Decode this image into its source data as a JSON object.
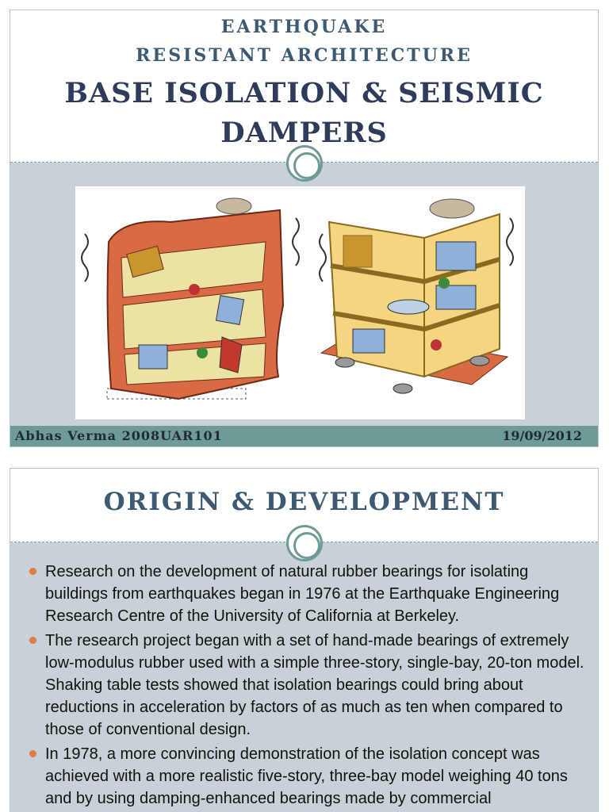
{
  "slide1": {
    "subtitle_line1": "EARTHQUAKE",
    "subtitle_line2": "RESISTANT ARCHITECTURE",
    "title": "BASE ISOLATION & SEISMIC DAMPERS",
    "footer_left": "Abhas Verma   2008UAR101",
    "footer_right": "19/09/2012"
  },
  "slide2": {
    "title": "ORIGIN & DEVELOPMENT",
    "bullets": [
      "Research on the development of natural rubber bearings for isolating buildings from earthquakes began in 1976 at the Earthquake Engineering Research Centre of the University of California at Berkeley.",
      "The research project began with a set of hand-made bearings of extremely low-modulus rubber used with a simple three-story, single-bay, 20-ton model. Shaking table tests showed that isolation bearings could bring about reductions in acceleration by factors of as much as ten when compared to those of conventional design.",
      "In 1978, a more convincing demonstration of the isolation concept was achieved with a more realistic five-story, three-bay model weighing 40 tons and by using damping-enhanced bearings made by commercial"
    ]
  },
  "colors": {
    "title_text": "#2f3b5a",
    "slide_background": "#c7d1d6",
    "accent_teal": "#6f9b96",
    "bullet_orange": "#e07b4a"
  }
}
